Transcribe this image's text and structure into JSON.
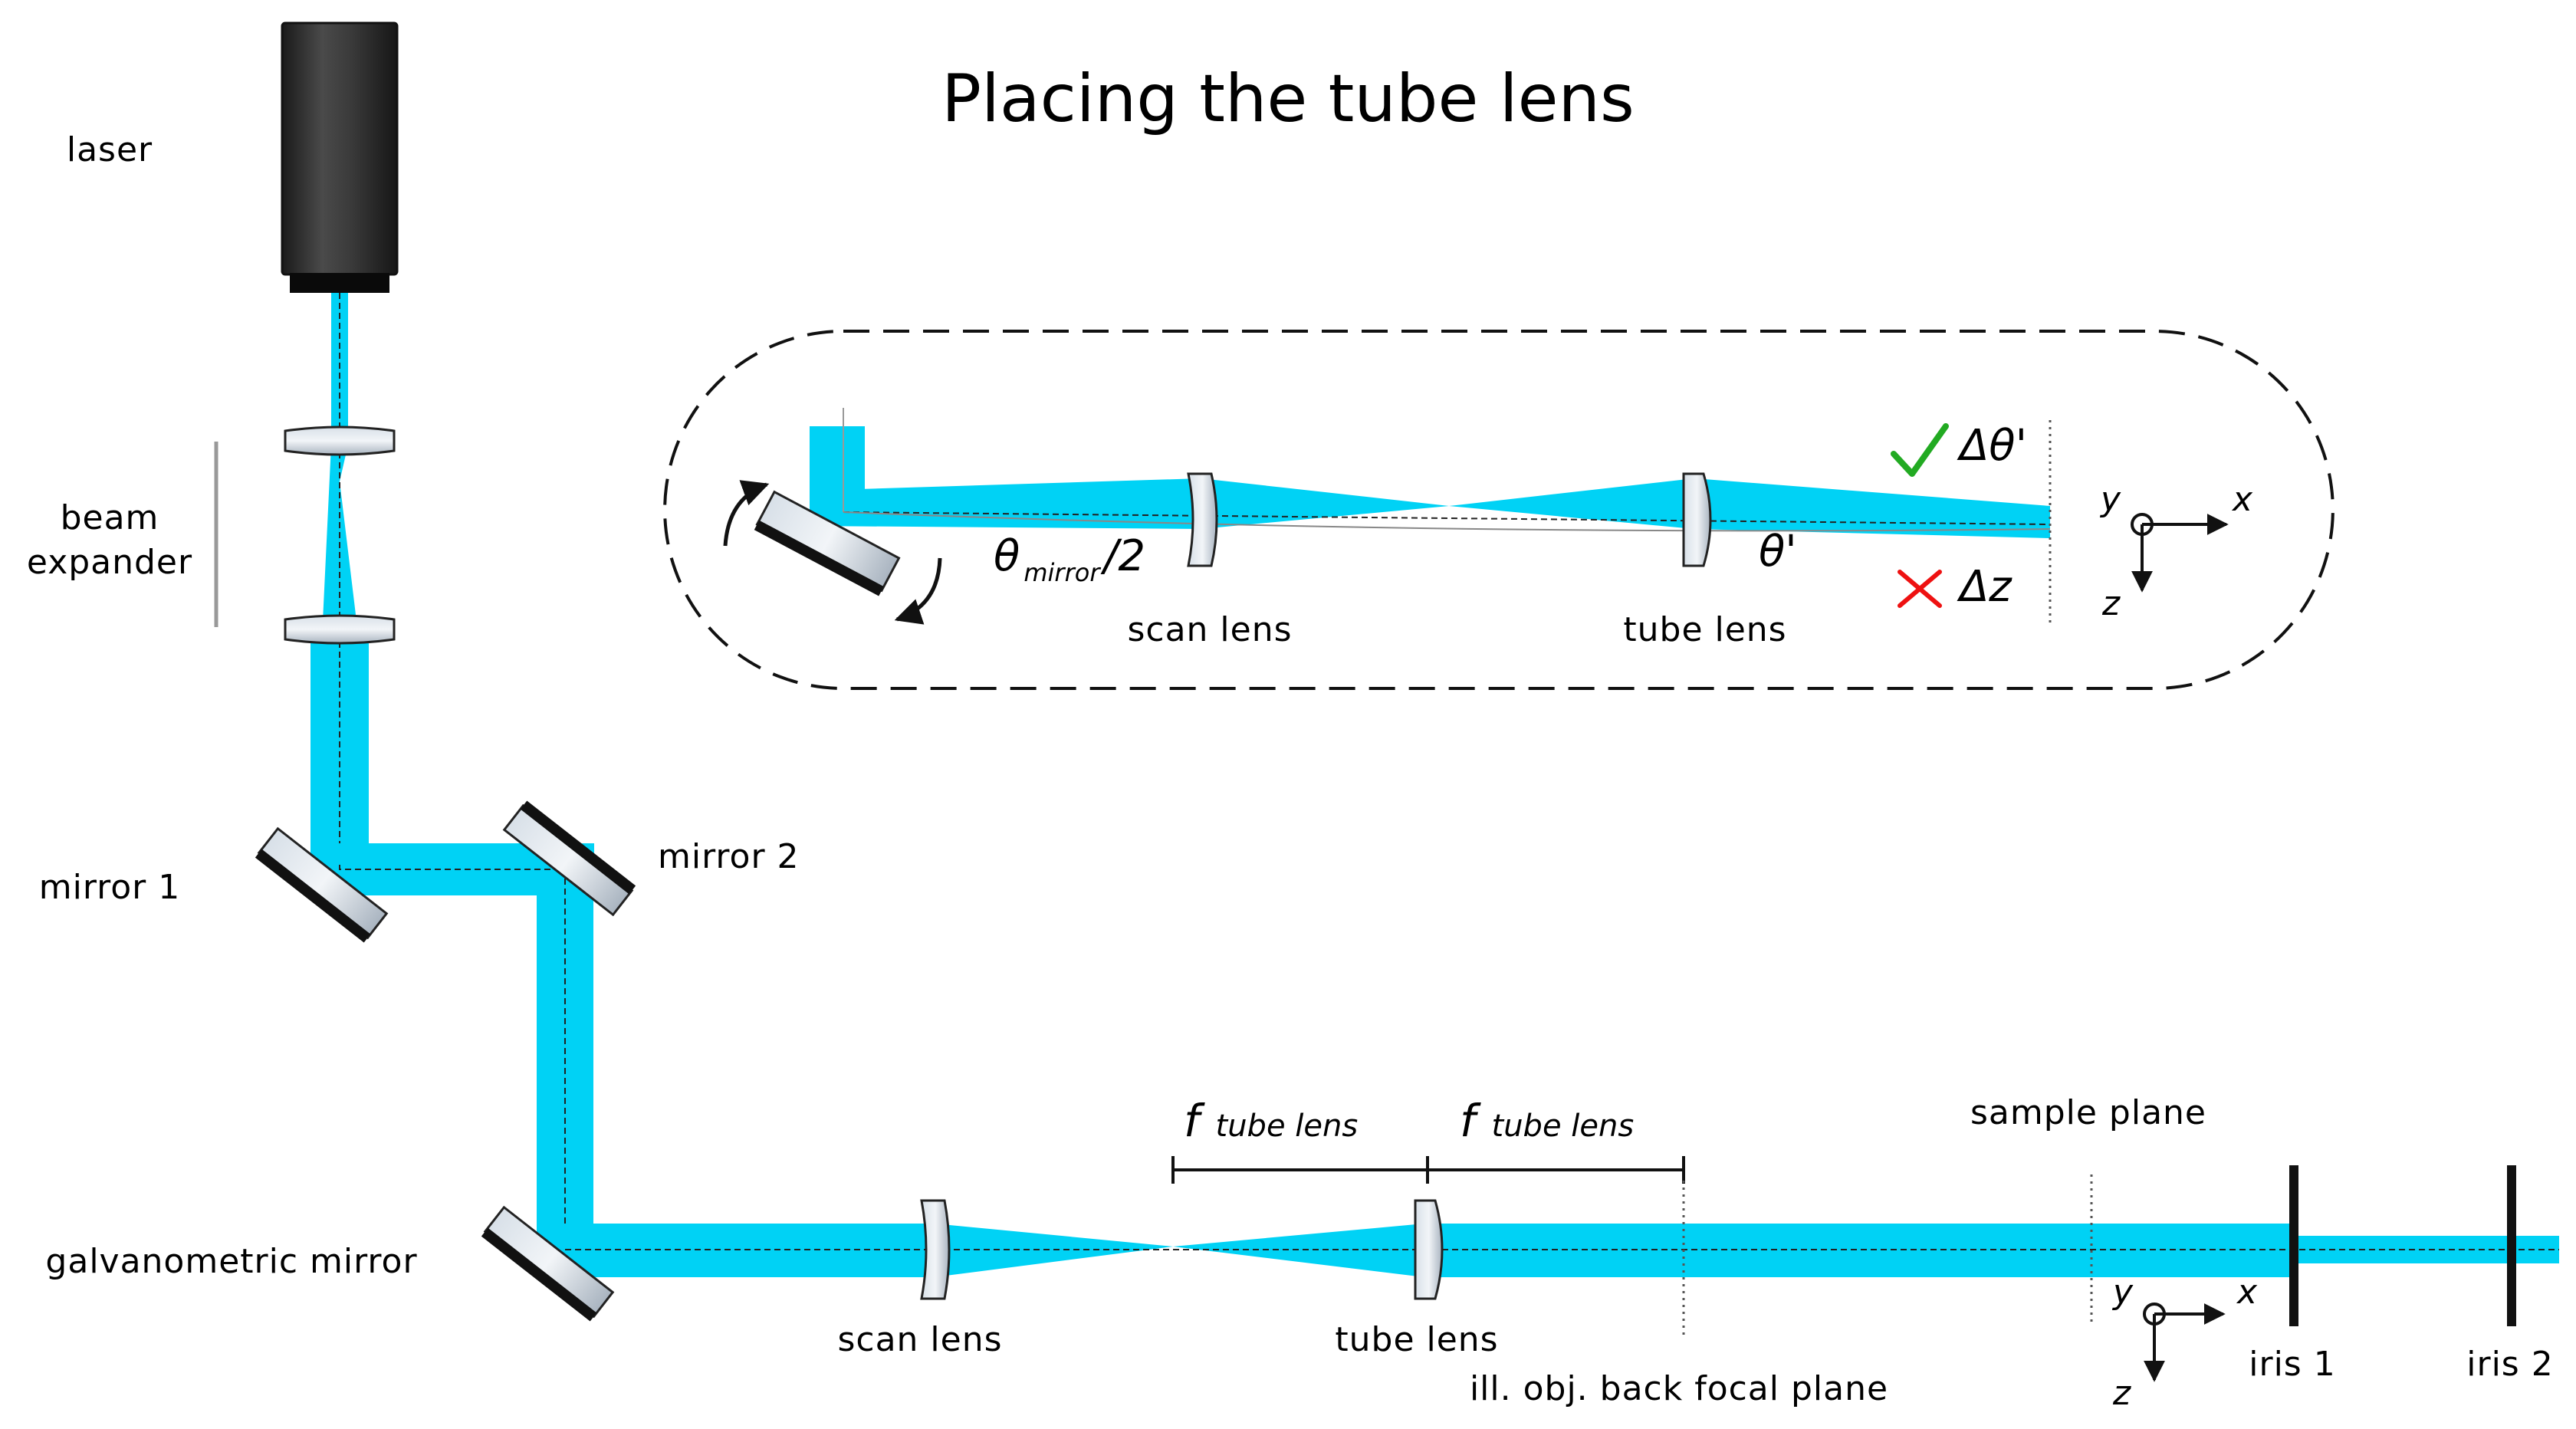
{
  "title": "Placing the tube lens",
  "labels": {
    "laser": "laser",
    "beam_expander_1": "beam",
    "beam_expander_2": "expander",
    "mirror1": "mirror 1",
    "mirror2": "mirror 2",
    "galvo": "galvanometric mirror",
    "scan_lens": "scan lens",
    "tube_lens": "tube lens",
    "f": "f",
    "f_sub": "tube lens",
    "sample_plane": "sample plane",
    "back_focal_plane": "ill. obj. back focal plane",
    "iris1": "iris 1",
    "iris2": "iris 2",
    "axis_x": "x",
    "axis_y": "y",
    "axis_z": "z"
  },
  "inset": {
    "theta": "θ",
    "theta_sub": "mirror",
    "theta_suffix": " /2",
    "theta_prime": "θ'",
    "scan_lens": "scan lens",
    "tube_lens": "tube lens",
    "check_label": "Δθ'",
    "cross_label": "Δz",
    "check_color": "#22aa22",
    "cross_color": "#ee1111"
  },
  "colors": {
    "beam": "#00d2f5",
    "mirror_back": "#111111",
    "laser_body": "#333333"
  }
}
